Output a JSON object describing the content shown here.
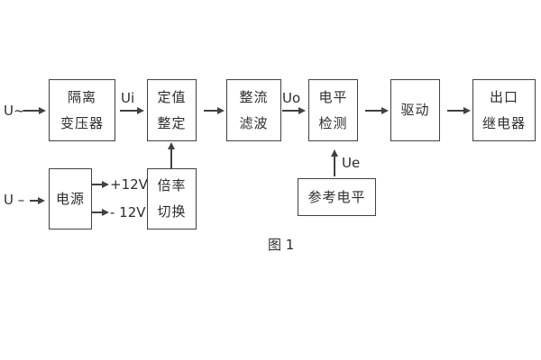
{
  "figure": {
    "caption": "图 1",
    "background": "#ffffff",
    "line_color": "#414141",
    "text_color": "#2d2d2d"
  },
  "inputs": {
    "ac": "U~",
    "dc": "U –"
  },
  "signal_labels": {
    "ui": "Ui",
    "uo": "Uo",
    "ue": "Ue"
  },
  "power_rails": {
    "positive": "+12V",
    "negative": "- 12V"
  },
  "blocks": {
    "isolation_transformer": {
      "line1": "隔离",
      "line2": "变压器"
    },
    "setpoint_adjust": {
      "line1": "定值",
      "line2": "整定"
    },
    "rectify_filter": {
      "line1": "整流",
      "line2": "滤波"
    },
    "level_detect": {
      "line1": "电平",
      "line2": "检测"
    },
    "drive": {
      "label": "驱动"
    },
    "output_relay": {
      "line1": "出口",
      "line2": "继电器"
    },
    "power_supply": {
      "label": "电源"
    },
    "ratio_switch": {
      "line1": "倍率",
      "line2": "切换"
    },
    "reference_level": {
      "label": "参考电平"
    }
  }
}
